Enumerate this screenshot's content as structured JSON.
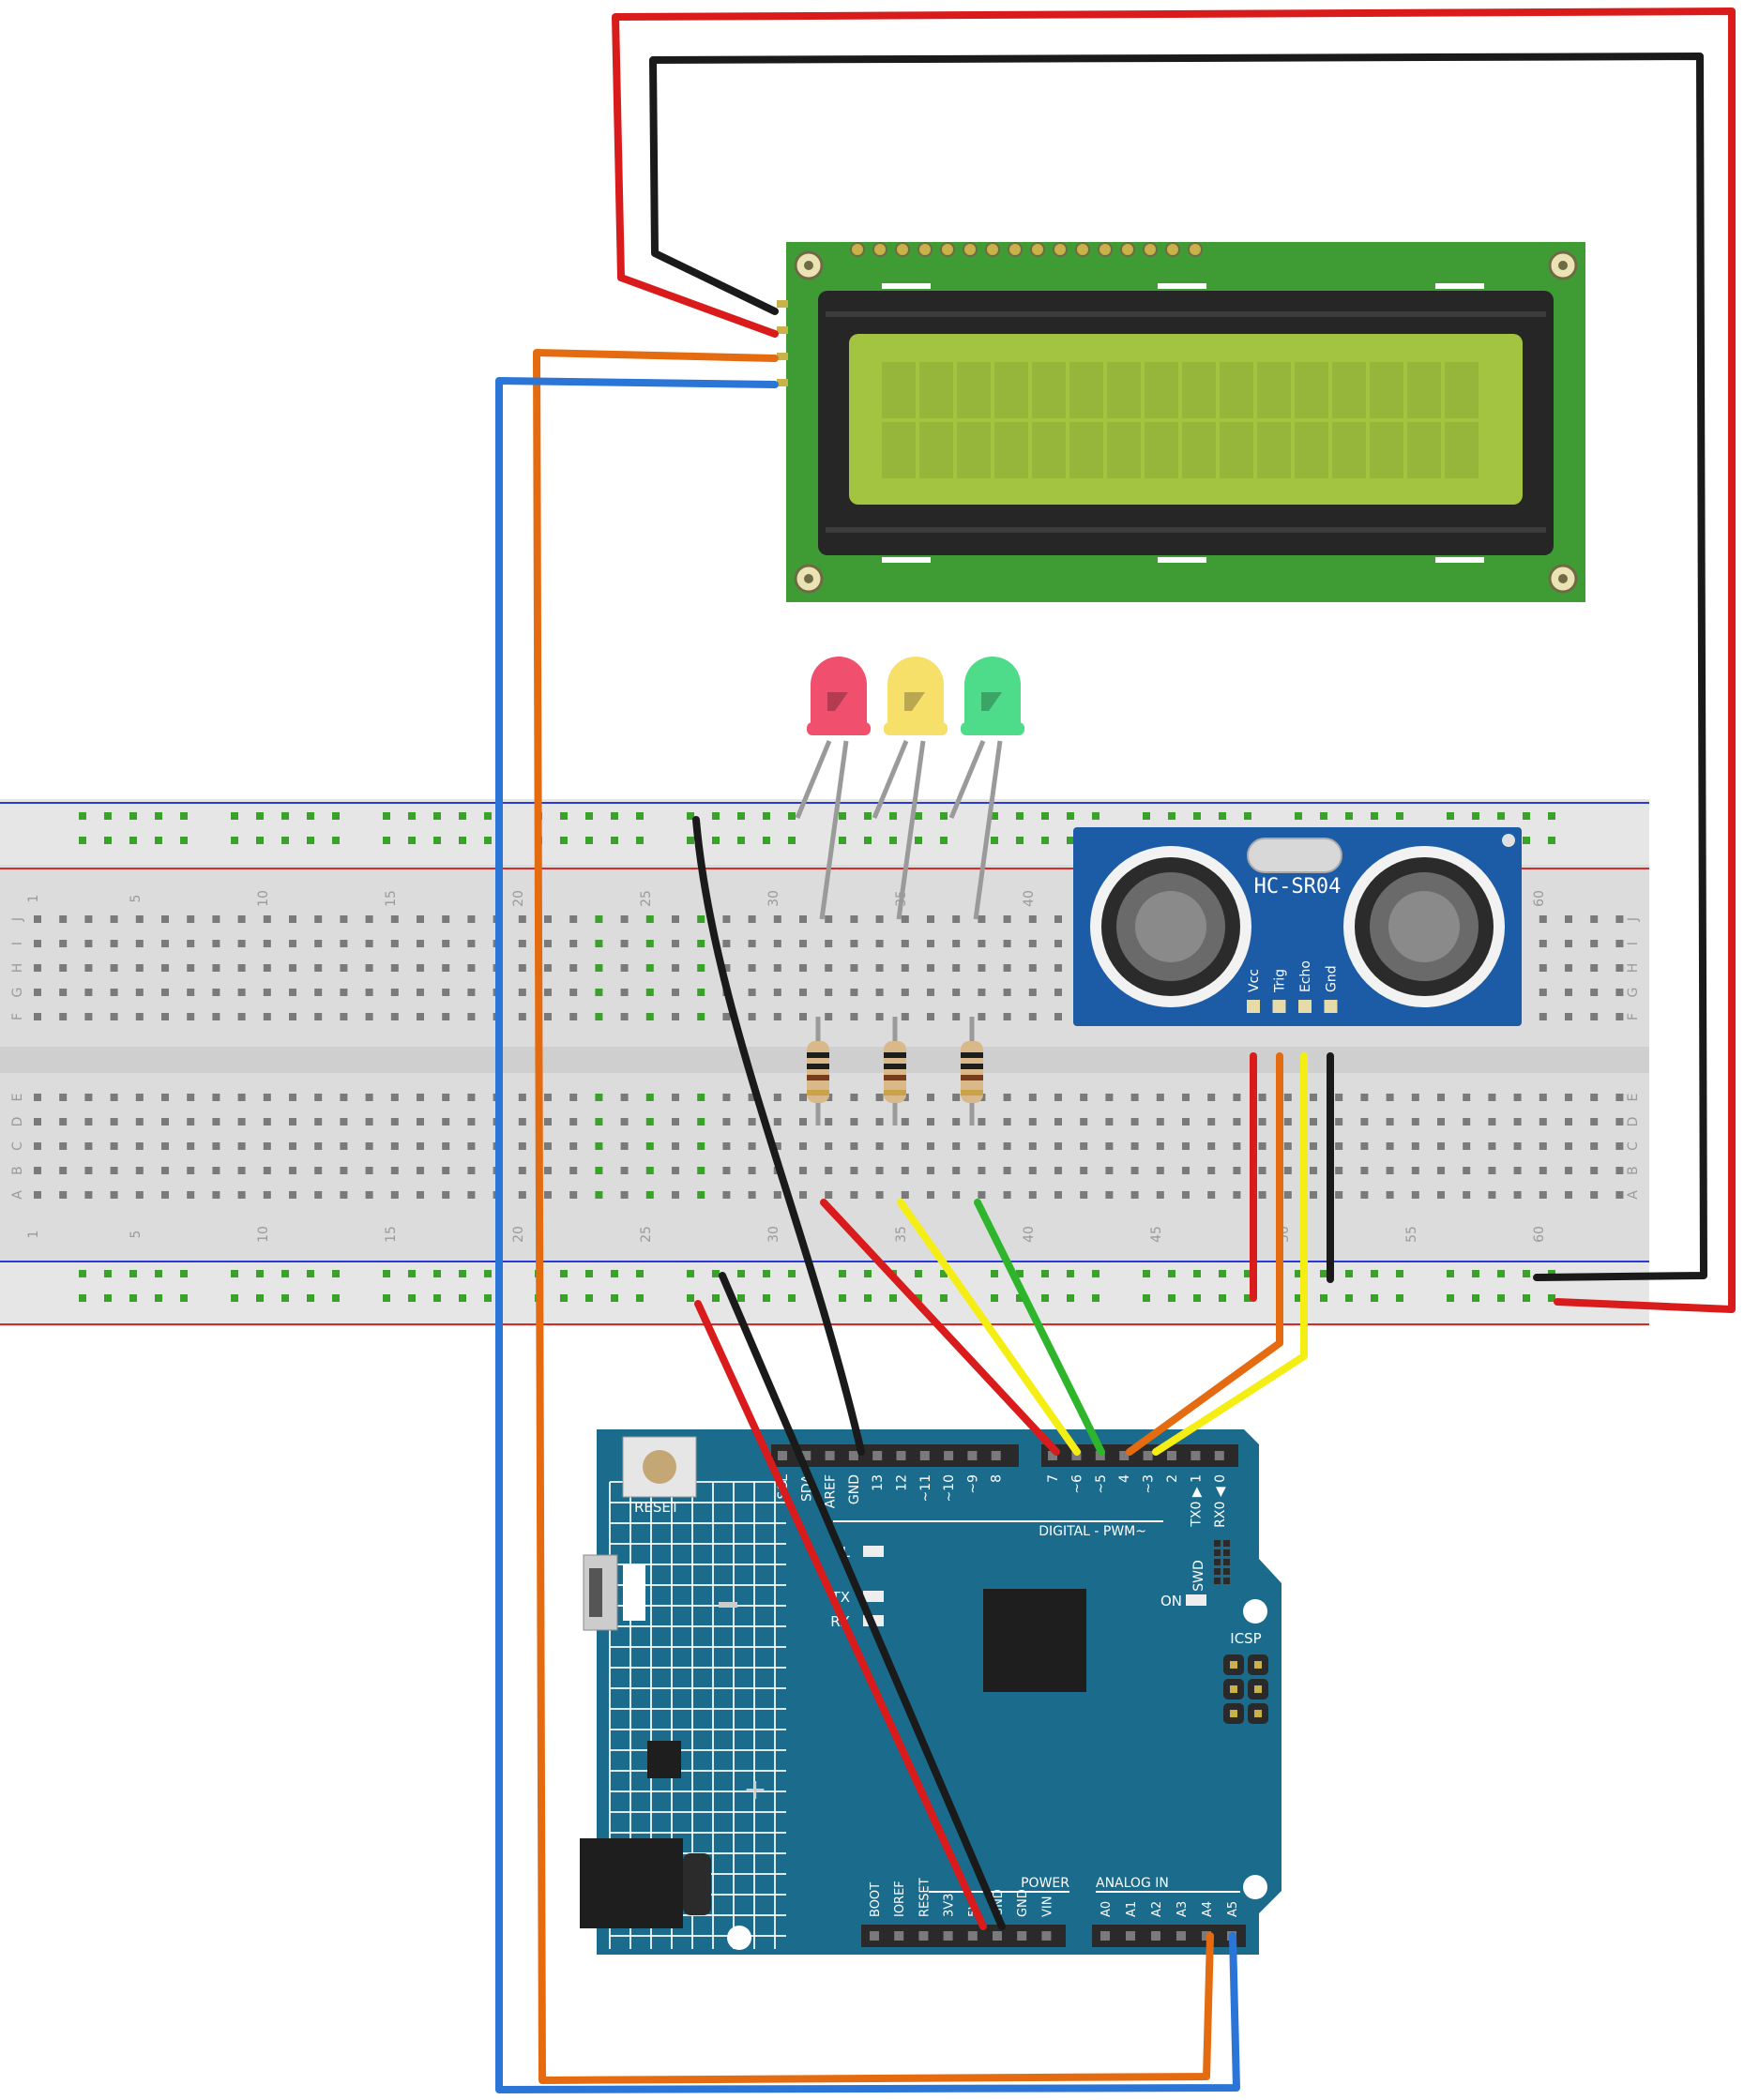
{
  "lcd": {
    "pins": 16
  },
  "sensor": {
    "label": "HC-SR04",
    "pins": [
      "Vcc",
      "Trig",
      "Echo",
      "Gnd"
    ]
  },
  "breadboard": {
    "column_numbers": [
      "1",
      "5",
      "10",
      "15",
      "20",
      "25",
      "30",
      "35",
      "40",
      "45",
      "50",
      "55",
      "60"
    ],
    "row_letters_top": [
      "J",
      "I",
      "H",
      "G",
      "F"
    ],
    "row_letters_bottom": [
      "E",
      "D",
      "C",
      "B",
      "A"
    ]
  },
  "leds": [
    {
      "color": "red",
      "hex": "#f0506e"
    },
    {
      "color": "yellow",
      "hex": "#f7e06a"
    },
    {
      "color": "green",
      "hex": "#4fdc8a"
    }
  ],
  "arduino": {
    "reset_label": "RESET",
    "digital_label": "DIGITAL - PWM~",
    "digital_pins": [
      "SCL",
      "SDA",
      "AREF",
      "GND",
      "13",
      "12",
      "~11",
      "~10",
      "~9",
      "8",
      "7",
      "~6",
      "~5",
      "4",
      "~3",
      "2",
      "TX0 ▶ 1",
      "RX0 ◀ 0"
    ],
    "swd_label": "SWD",
    "on_label": "ON",
    "icsp_label": "ICSP",
    "led_labels": [
      "L",
      "TX",
      "RX"
    ],
    "power_label": "POWER",
    "power_pins": [
      "BOOT",
      "IOREF",
      "RESET",
      "3V3",
      "5V",
      "GND",
      "GND",
      "VIN"
    ],
    "analog_label": "ANALOG IN",
    "analog_pins": [
      "A0",
      "A1",
      "A2",
      "A3",
      "A4",
      "A5"
    ]
  },
  "colors": {
    "board_blue": "#1a6b8c",
    "lcd_green": "#3f9c35",
    "lcd_screen": "#a3c441",
    "sensor_blue": "#1c5ba6",
    "wire_red": "#d91b1b",
    "wire_black": "#1a1a1a",
    "wire_orange": "#e46b10",
    "wire_blue": "#2a75d6",
    "wire_yellow": "#f5ee15",
    "wire_green": "#2fb52c"
  }
}
